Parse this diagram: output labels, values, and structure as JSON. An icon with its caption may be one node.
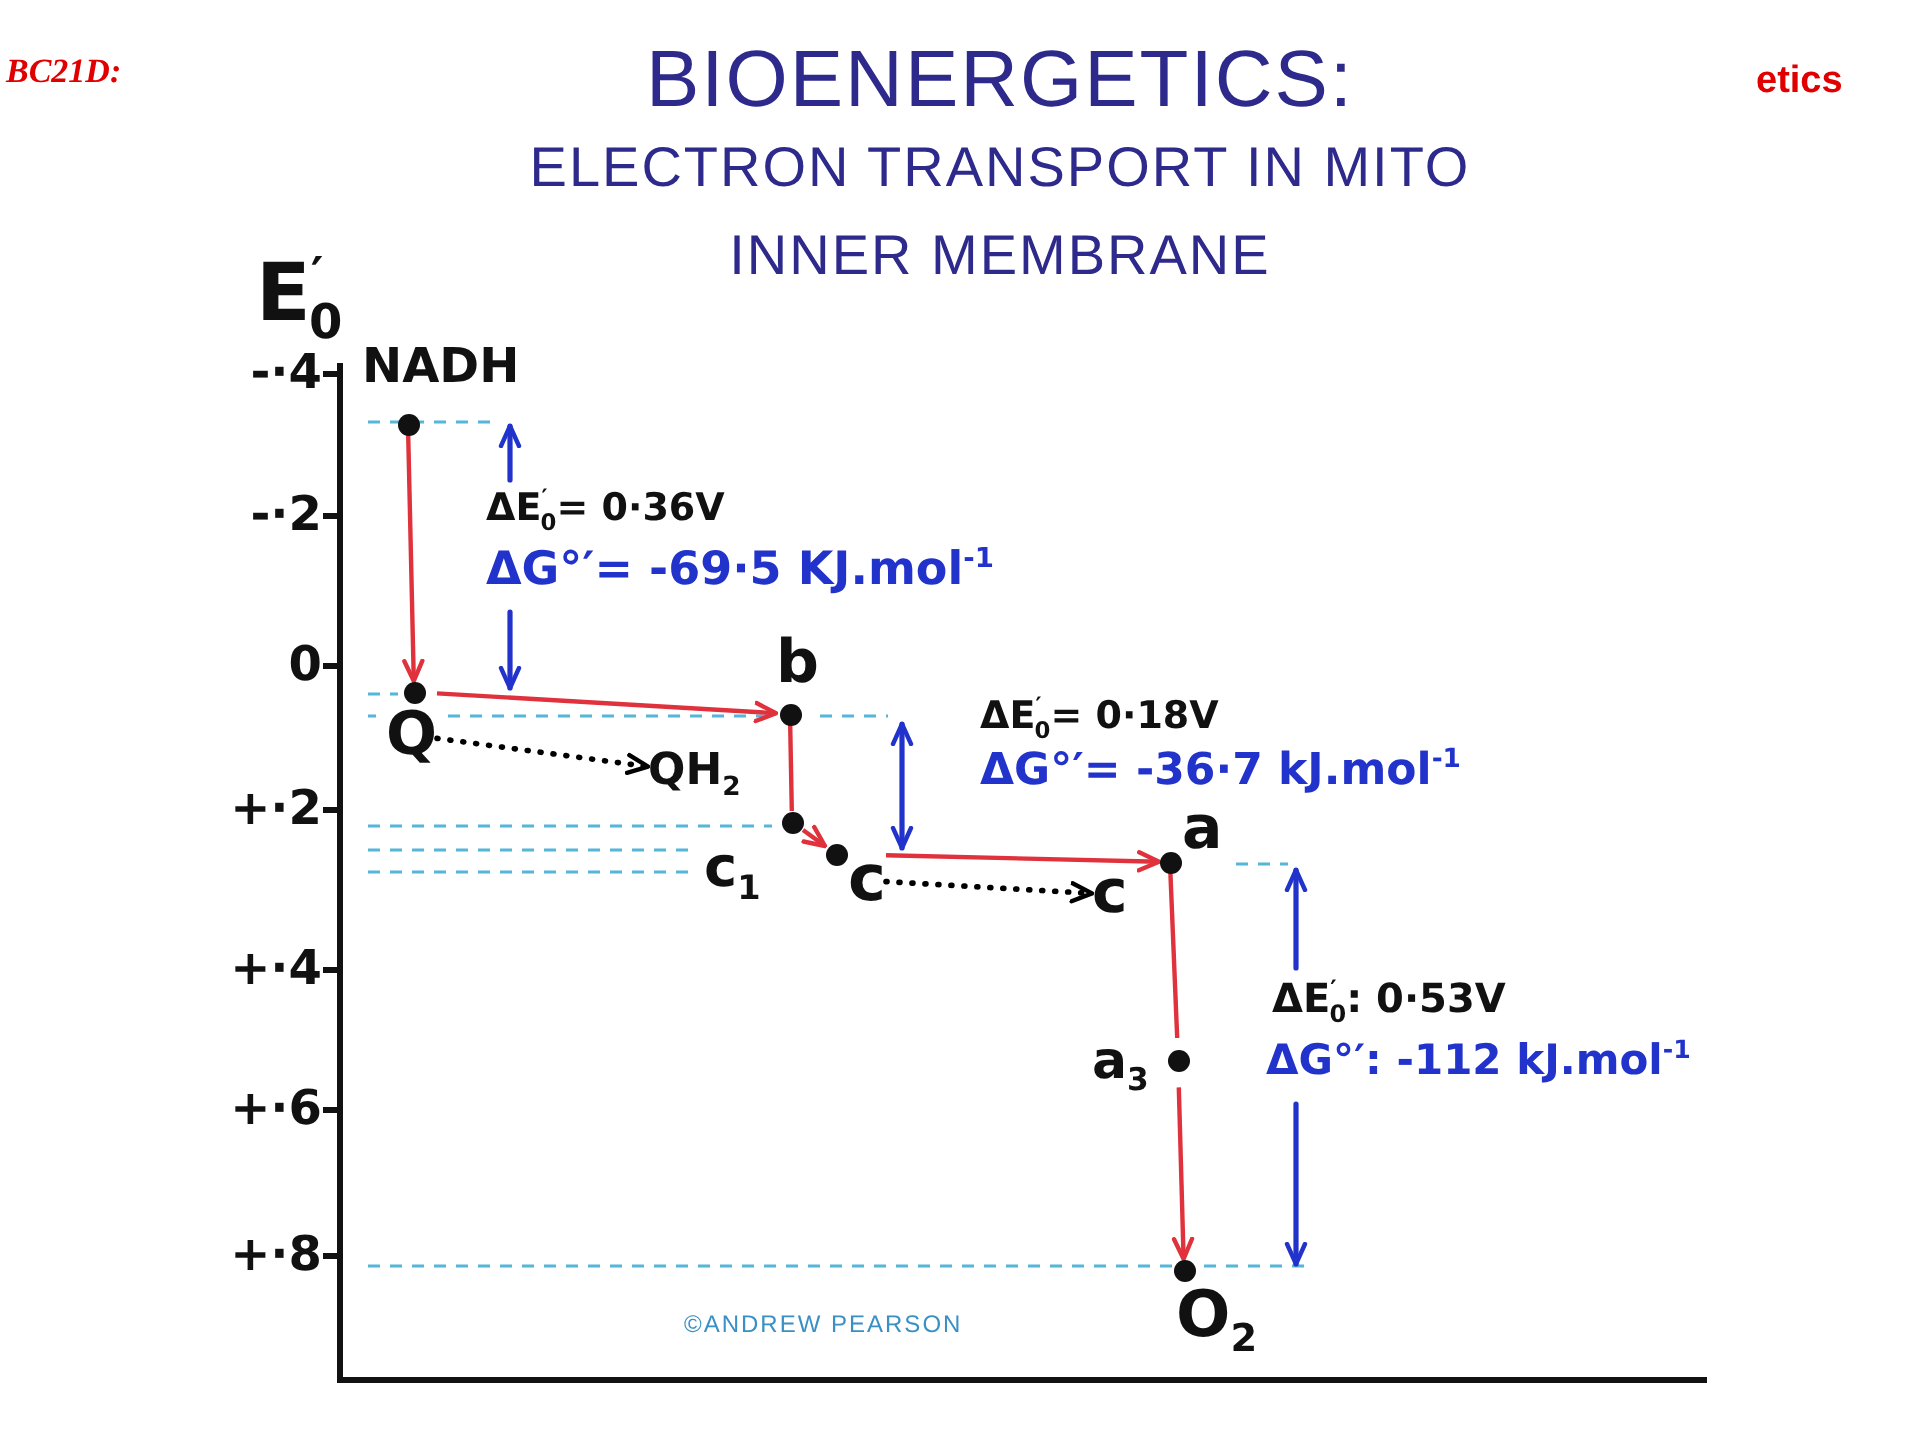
{
  "diagram": {
    "title": "BIOENERGETICS: ELECTRON TRANSPORT IN MITO INNER MEMBRANE",
    "nodes": [
      {
        "text": [
          "NADH"
        ]
      },
      {
        "text": [
          "Q"
        ]
      },
      {
        "text": [
          "QH$_{2}$"
        ]
      },
      {
        "text": [
          "b"
        ]
      },
      {
        "text": [
          "c$_{1}$"
        ]
      },
      {
        "text": [
          "c"
        ]
      },
      {
        "text": [
          "c"
        ]
      },
      {
        "text": [
          "a"
        ]
      },
      {
        "text": [
          "a$_{3}$"
        ]
      },
      {
        "text": [
          "O$_{2}$"
        ]
      }
    ],
    "edges": [
      {
        "from": 0,
        "to": 1,
        "arrow": "to"
      },
      {
        "from": 1,
        "to": 3,
        "arrow": "to"
      },
      {
        "from": 1,
        "to": 2,
        "arrow": "to",
        "style": "dashed",
        "color": "#000000"
      },
      {
        "from": 3,
        "to": 4,
        "arrow": "none"
      },
      {
        "from": 4,
        "to": 5,
        "arrow": "to"
      },
      {
        "from": 5,
        "to": 7,
        "arrow": "to"
      },
      {
        "from": 5,
        "to": 6,
        "arrow": "to",
        "style": "dashed",
        "color": "#000000"
      },
      {
        "from": 7,
        "to": 8,
        "arrow": "none"
      },
      {
        "from": 8,
        "to": 9,
        "arrow": "to"
      }
    ],
    "labels": [
      "BC21D:",
      "etics",
      "E$^{′}$$_{0}$",
      "-·4",
      "-·2",
      "ΔE$^{′}$$_{0}$= 0·36V",
      "ΔG°′= -69·5 KJ.mol$^{-1}$",
      "0",
      "ΔE$^{′}$$_{0}$= 0·18V",
      "ΔG°′= -36·7 kJ.mol$^{-1}$",
      "+·2",
      "+·4",
      "ΔE$^{′}$$_{0}$: 0·53V",
      "ΔG°′: -112 kJ.mol$^{-1}$",
      "+·6",
      "+·8",
      "©ANDREW PEARSON"
    ]
  }
}
